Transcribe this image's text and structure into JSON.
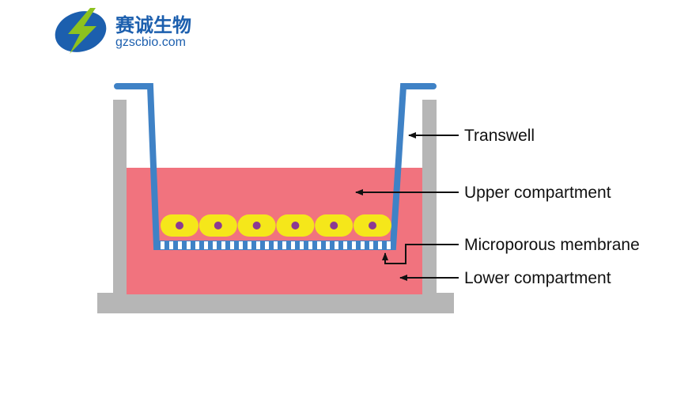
{
  "logo": {
    "name_cn": "赛诚生物",
    "domain": "gzscbio.com"
  },
  "labels": {
    "transwell": "Transwell",
    "upper_compartment": "Upper compartment",
    "microporous_membrane": "Microporous membrane",
    "lower_compartment": "Lower compartment"
  },
  "colors": {
    "brand_blue": "#1c5fae",
    "brand_green": "#8dc21f",
    "insert_blue": "#3f82c6",
    "well_gray": "#b6b6b6",
    "medium_pink": "#f1737e",
    "cell_yellow": "#f5e71a",
    "nucleus_purple": "#8b3a93",
    "membrane_pore": "#ffffff",
    "text": "#111111"
  },
  "diagram": {
    "cell_count": 6
  }
}
